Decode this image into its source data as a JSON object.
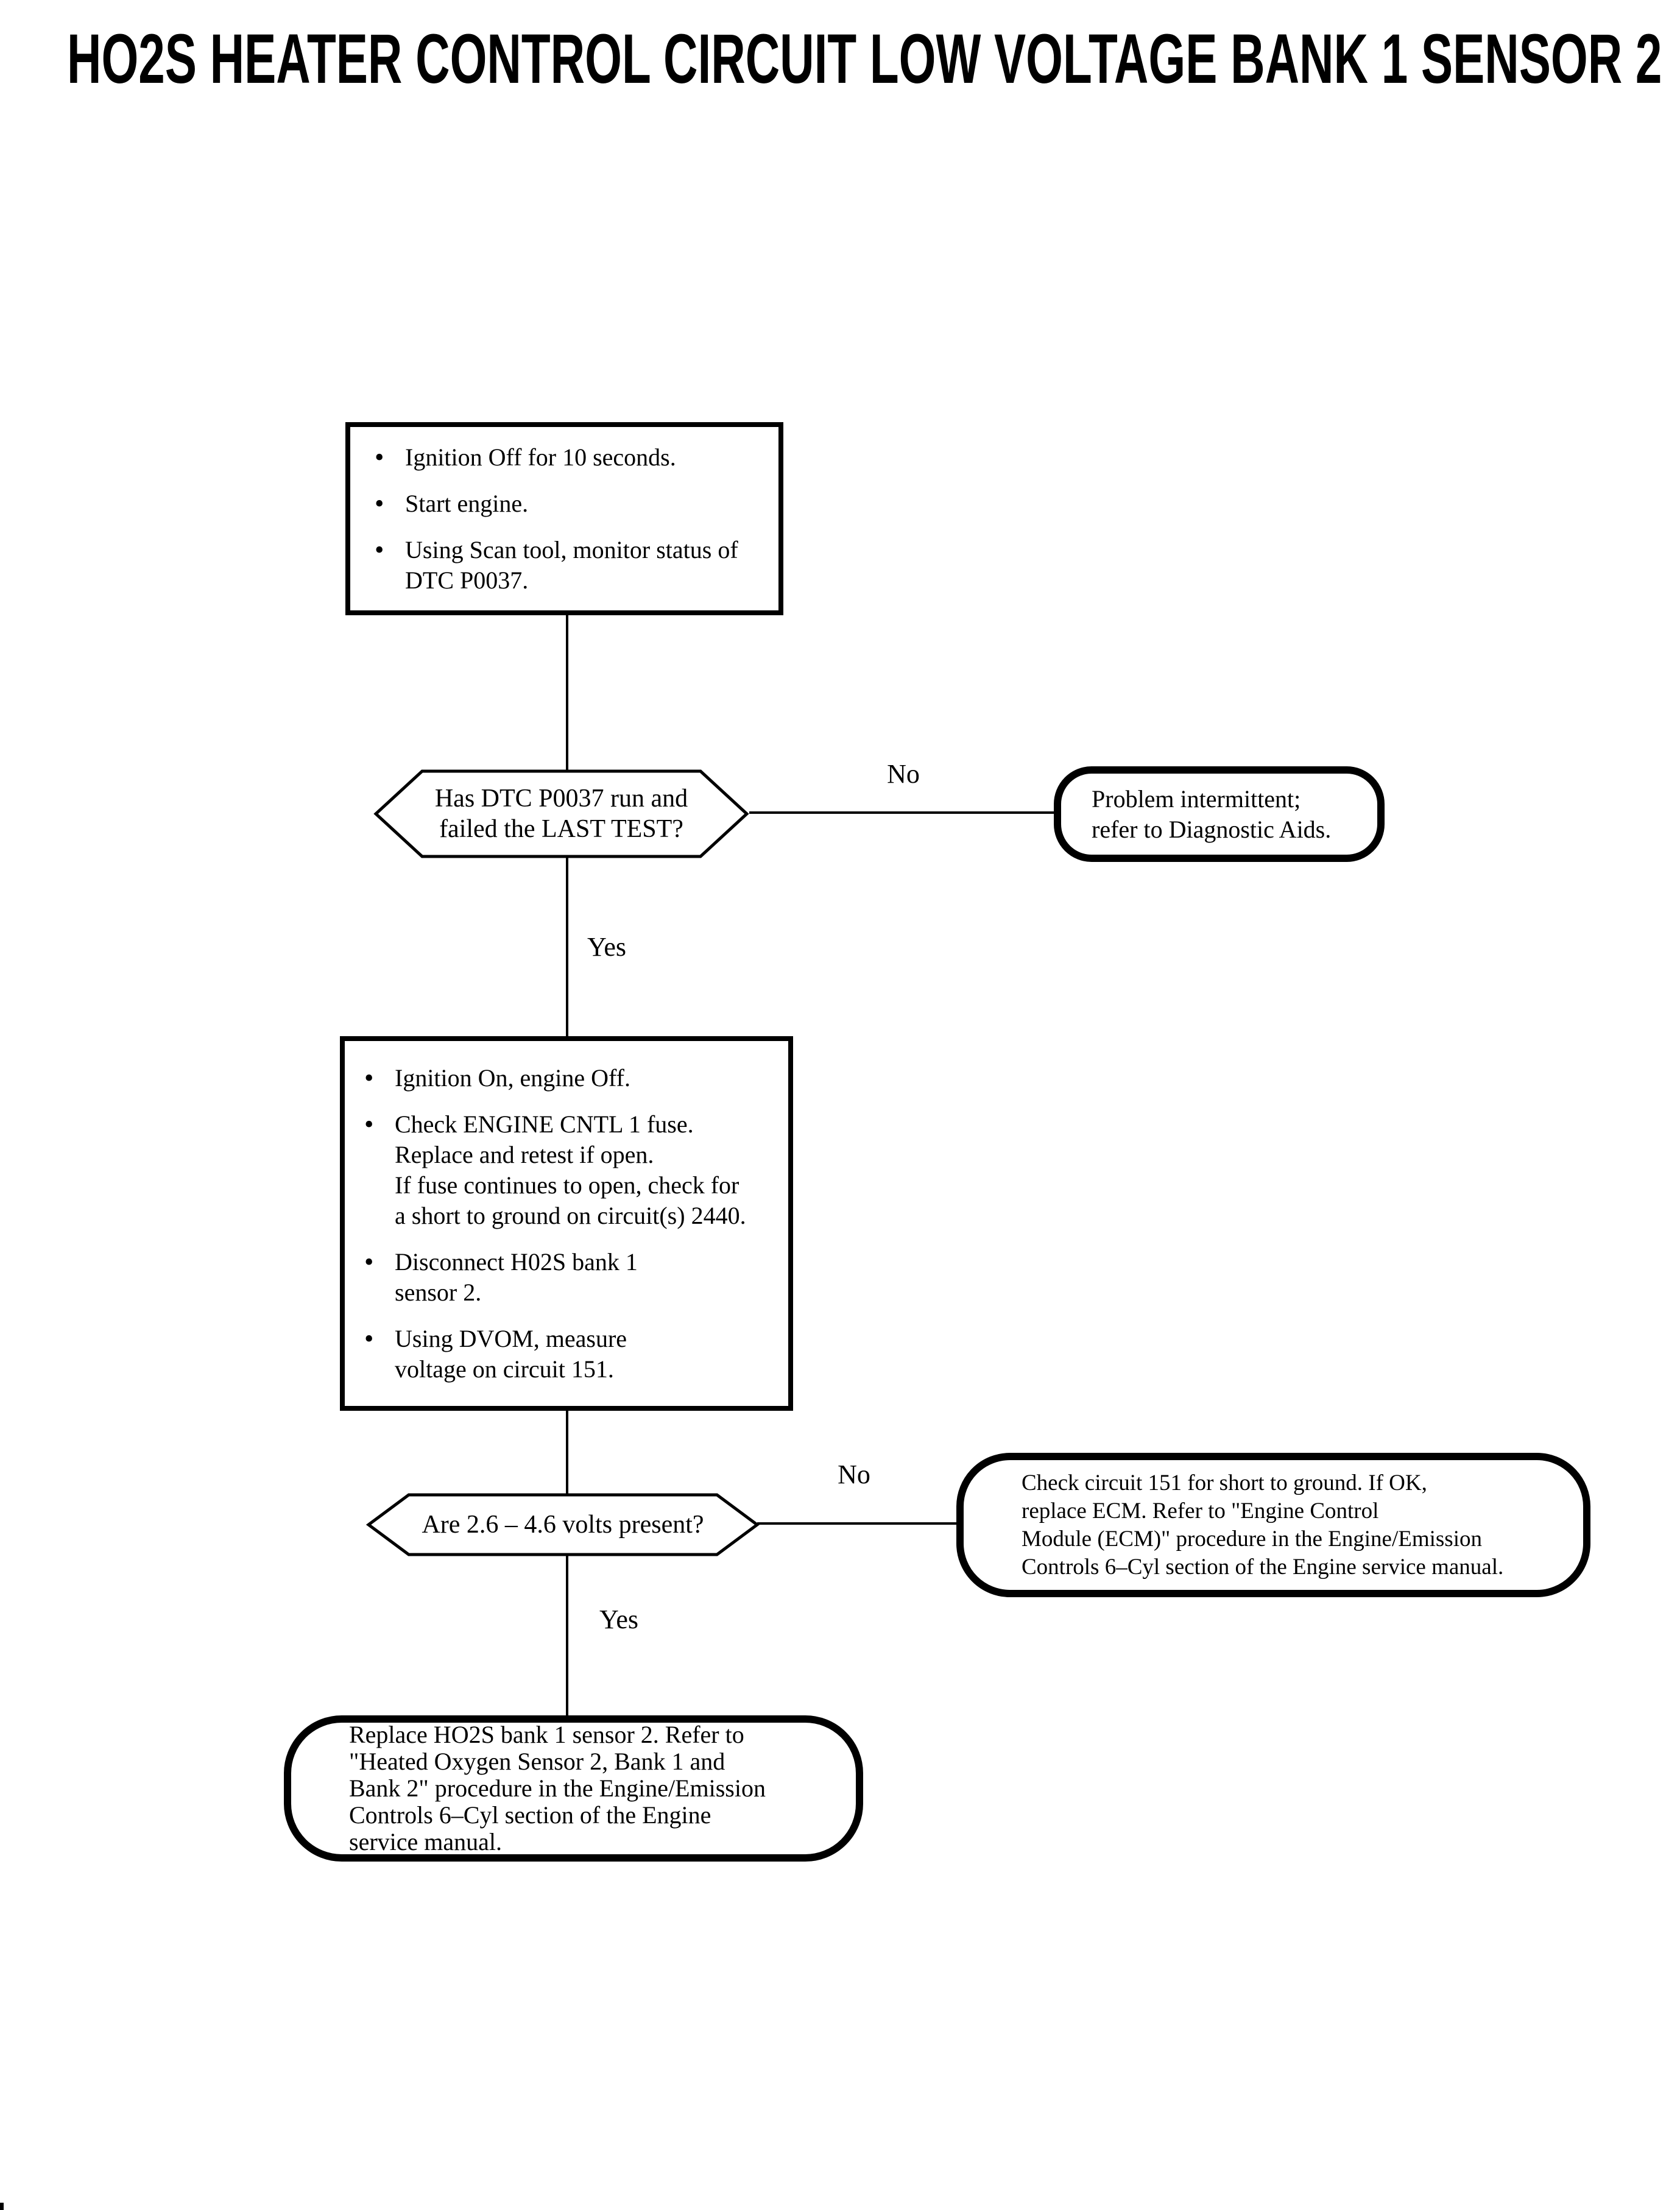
{
  "page": {
    "background": "#ffffff",
    "ink": "#000000"
  },
  "title": "HO2S HEATER CONTROL CIRCUIT LOW VOLTAGE BANK 1 SENSOR 2",
  "flowchart": {
    "step1": {
      "bullets": [
        "Ignition Off for 10 seconds.",
        "Start engine.",
        "Using Scan tool, monitor status of\nDTC P0037."
      ]
    },
    "decision1": {
      "question": "Has DTC P0037 run and\nfailed the LAST TEST?",
      "no_label": "No",
      "yes_label": "Yes"
    },
    "result_no1": {
      "text": "Problem intermittent;\nrefer to Diagnostic Aids."
    },
    "step2": {
      "bullets": [
        "Ignition On, engine Off.",
        "Check ENGINE CNTL 1 fuse.\nReplace and retest if open.\nIf fuse continues to open, check for\na short to ground on circuit(s) 2440.",
        "Disconnect H02S bank 1\nsensor 2.",
        "Using DVOM, measure\nvoltage on circuit 151."
      ]
    },
    "decision2": {
      "question": "Are 2.6 – 4.6 volts present?",
      "no_label": "No",
      "yes_label": "Yes"
    },
    "result_no2": {
      "text": "Check circuit 151 for short to ground. If OK,\nreplace ECM. Refer to \"Engine Control\nModule (ECM)\" procedure in the Engine/Emission\nControls 6–Cyl section of the Engine service manual."
    },
    "result_yes": {
      "text": "Replace HO2S bank 1 sensor 2. Refer to\n\"Heated Oxygen Sensor 2, Bank 1 and\nBank 2\" procedure in the Engine/Emission\nControls 6–Cyl section of the Engine\nservice manual."
    }
  }
}
